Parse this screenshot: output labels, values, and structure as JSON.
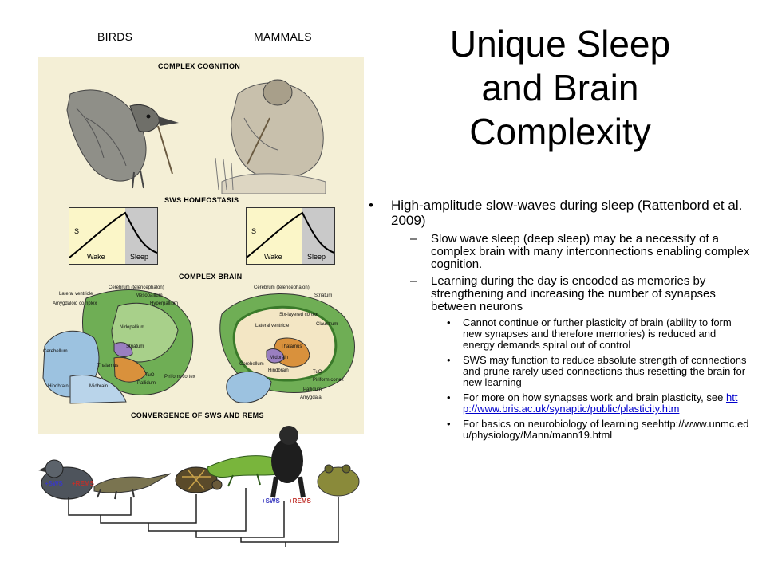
{
  "slide": {
    "title_lines": [
      "Unique Sleep",
      "and Brain",
      "Complexity"
    ]
  },
  "figure": {
    "col_birds": "BIRDS",
    "col_mammals": "MAMMALS",
    "panel_cognition": "COMPLEX COGNITION",
    "panel_homeostasis": "SWS HOMEOSTASIS",
    "panel_brain": "COMPLEX BRAIN",
    "panel_convergence": "CONVERGENCE OF SWS AND REMS",
    "graph": {
      "s_label": "S",
      "wake_label": "Wake",
      "sleep_label": "Sleep"
    },
    "sws_label": "+SWS",
    "rems_label": "+REMS",
    "bird_brain_labels": [
      "Cerebrum (telencephalon)",
      "Lateral ventricle",
      "Amygdaloid complex",
      "Mesopallium",
      "Hyperpallium",
      "Nidopallium",
      "Striatum",
      "Cerebellum",
      "Thalamus",
      "Hindbrain",
      "Midbrain",
      "TuO",
      "Pallidum",
      "Piriform cortex"
    ],
    "mammal_brain_labels": [
      "Cerebrum (telencephalon)",
      "Striatum",
      "Six-layered cortex",
      "Lateral ventricle",
      "Claustrum",
      "Thalamus",
      "Cerebellum",
      "Hindbrain",
      "Midbrain",
      "TuO",
      "Piriform cortex",
      "Pallidum",
      "Amygdala"
    ]
  },
  "bullets": [
    {
      "text": "High-amplitude slow-waves during sleep (Rattenbord et al. 2009)",
      "children": [
        {
          "text": "Slow wave sleep (deep sleep) may be a necessity of a complex brain with many interconnections enabling complex cognition.",
          "children": []
        },
        {
          "text": "Learning during the day is encoded as memories by strengthening and increasing the number of synapses between neurons",
          "children": [
            {
              "text": "Cannot continue or further plasticity of brain (ability to form new synapses and therefore memories) is reduced and energy demands spiral out of control"
            },
            {
              "text": "SWS may function to reduce absolute strength of connections and prune rarely used connections thus resetting the brain for new learning"
            },
            {
              "text": "For more on how synapses work and brain plasticity, see",
              "link": "http://www.bris.ac.uk/synaptic/public/plasticity.htm"
            },
            {
              "text": "For basics on neurobiology of learning seehttp://www.unmc.edu/physiology/Mann/mann19.html"
            }
          ]
        }
      ]
    }
  ],
  "marks": {
    "level1": "•",
    "level2": "–",
    "level3": "•"
  },
  "colors": {
    "figure_bg": "#f4efd6",
    "graph_wake": "#fbf6c8",
    "graph_sleep": "#c9c9c9",
    "brain_blue": "#9cc2e0",
    "brain_green": "#6fae55",
    "brain_orange": "#d9913c",
    "brain_purple": "#9a7fc0",
    "sws_color": "#3a3ac0",
    "rems_color": "#c0302a",
    "link": "#0000cc"
  }
}
